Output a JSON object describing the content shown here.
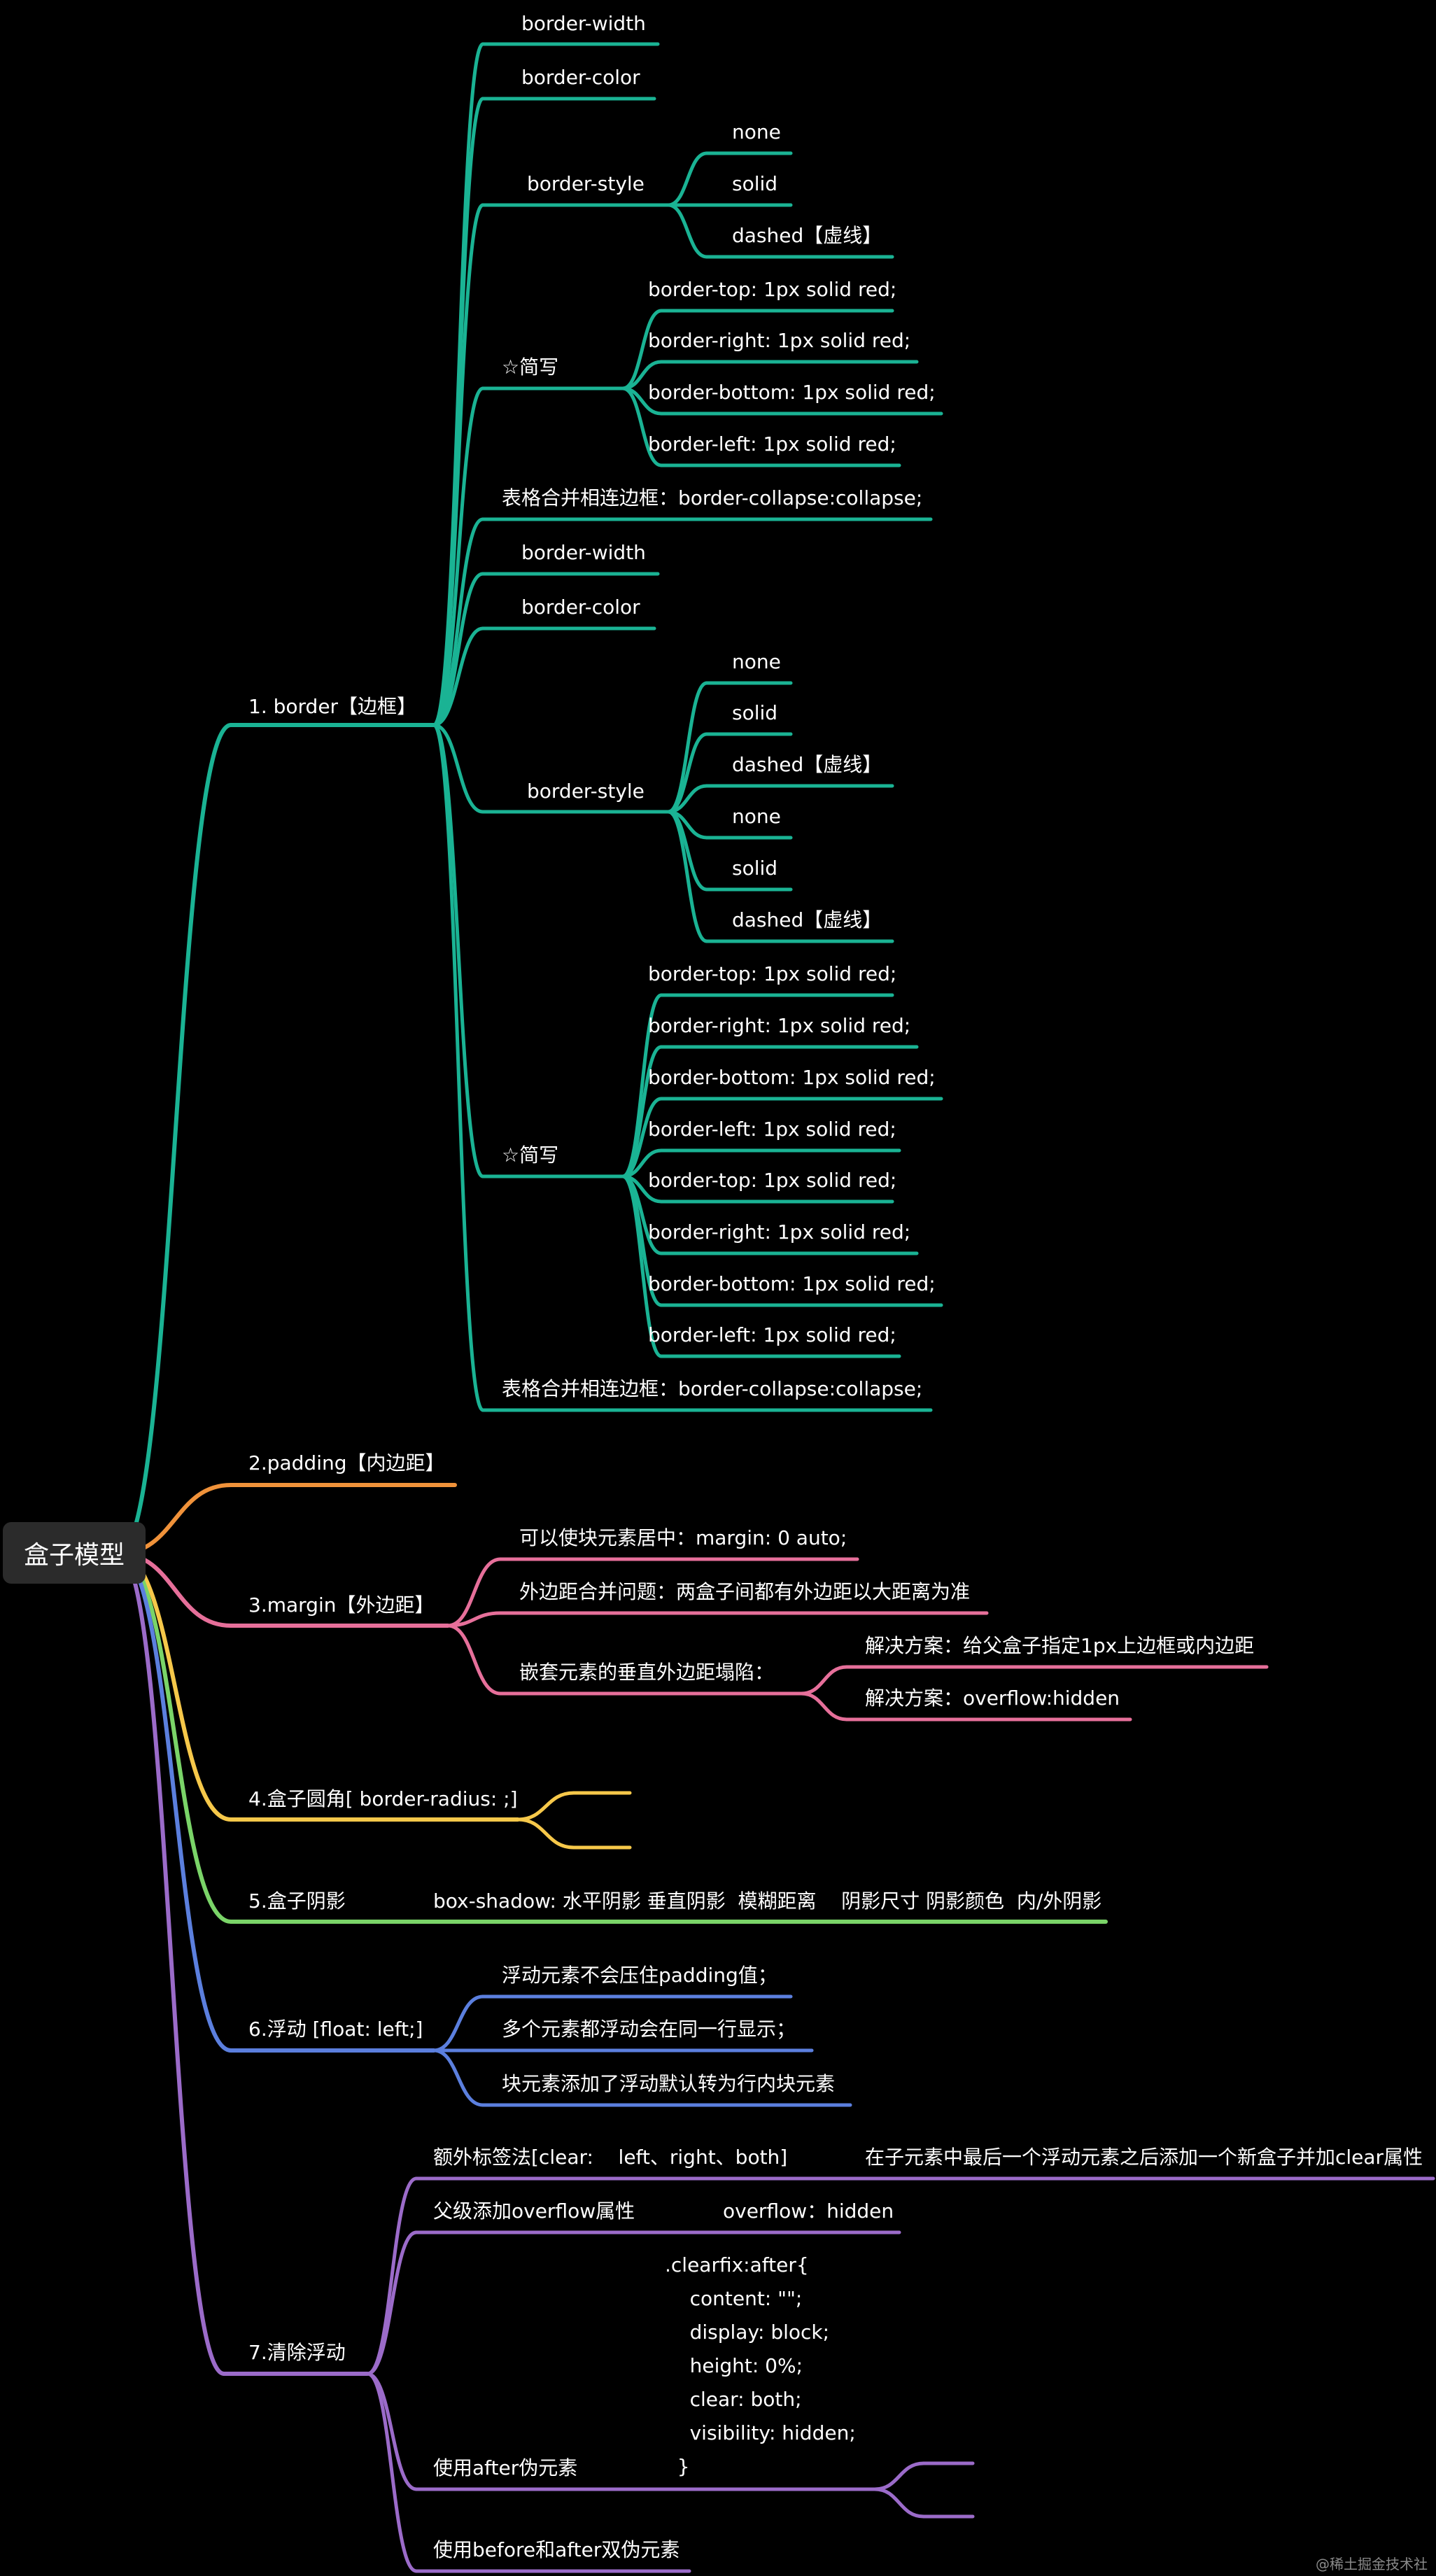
{
  "root": {
    "label": "盒子模型"
  },
  "colors": {
    "border": "#1ab394",
    "padding": "#f0923a",
    "margin": "#e66f9a",
    "radius": "#f6c84a",
    "shadow": "#7ad468",
    "float": "#5b7fde",
    "clear": "#9b6bc9"
  },
  "branches": {
    "border": {
      "label": "1. border【边框】",
      "g1": {
        "width": "border-width",
        "color": "border-color",
        "style": {
          "label": "border-style",
          "items": [
            "none",
            "solid",
            "dashed【虚线】"
          ]
        },
        "short": {
          "label": "☆简写",
          "items": [
            "border-top: 1px solid red;",
            "border-right: 1px solid red;",
            "border-bottom: 1px solid red;",
            "border-left: 1px solid red;"
          ]
        },
        "table": "表格合并相连边框：border-collapse:collapse;"
      },
      "g2": {
        "width": "border-width",
        "color": "border-color",
        "style": {
          "label": "border-style",
          "items": [
            "none",
            "solid",
            "dashed【虚线】",
            "none",
            "solid",
            "dashed【虚线】"
          ]
        },
        "short": {
          "label": "☆简写",
          "items": [
            "border-top: 1px solid red;",
            "border-right: 1px solid red;",
            "border-bottom: 1px solid red;",
            "border-left: 1px solid red;",
            "border-top: 1px solid red;",
            "border-right: 1px solid red;",
            "border-bottom: 1px solid red;",
            "border-left: 1px solid red;"
          ]
        },
        "table": "表格合并相连边框：border-collapse:collapse;"
      }
    },
    "padding": {
      "label": "2.padding【内边距】"
    },
    "margin": {
      "label": "3.margin【外边距】",
      "center": "可以使块元素居中：margin: 0 auto;",
      "merge": "外边距合并问题：两盒子间都有外边距以大距离为准",
      "collapse": {
        "label": "嵌套元素的垂直外边距塌陷：",
        "items": [
          "解决方案：给父盒子指定1px上边框或内边距",
          "解决方案：overflow:hidden"
        ]
      }
    },
    "radius": {
      "label": "4.盒子圆角[ border-radius: ;]"
    },
    "shadow": {
      "label": "5.盒子阴影",
      "value": "box-shadow: 水平阴影 垂直阴影  模糊距离    阴影尺寸 阴影颜色  内/外阴影"
    },
    "float": {
      "label": "6.浮动 [float: left;]",
      "items": [
        "浮动元素不会压住padding值；",
        "多个元素都浮动会在同一行显示；",
        "块元素添加了浮动默认转为行内块元素"
      ]
    },
    "clear": {
      "label": "7.清除浮动",
      "extra": {
        "label": "额外标签法[clear:    left、right、both]",
        "detail": "在子元素中最后一个浮动元素之后添加一个新盒子并加clear属性"
      },
      "overflow": {
        "label": "父级添加overflow属性",
        "detail": "overflow：hidden"
      },
      "after": {
        "label": "使用after伪元素",
        "code": ".clearfix:after{\n    content: \"\";\n    display: block;\n    height: 0%;\n    clear: both;\n    visibility: hidden;\n  }"
      },
      "both": {
        "label": "使用before和after双伪元素"
      }
    }
  },
  "watermark": "@稀土掘金技术社区"
}
